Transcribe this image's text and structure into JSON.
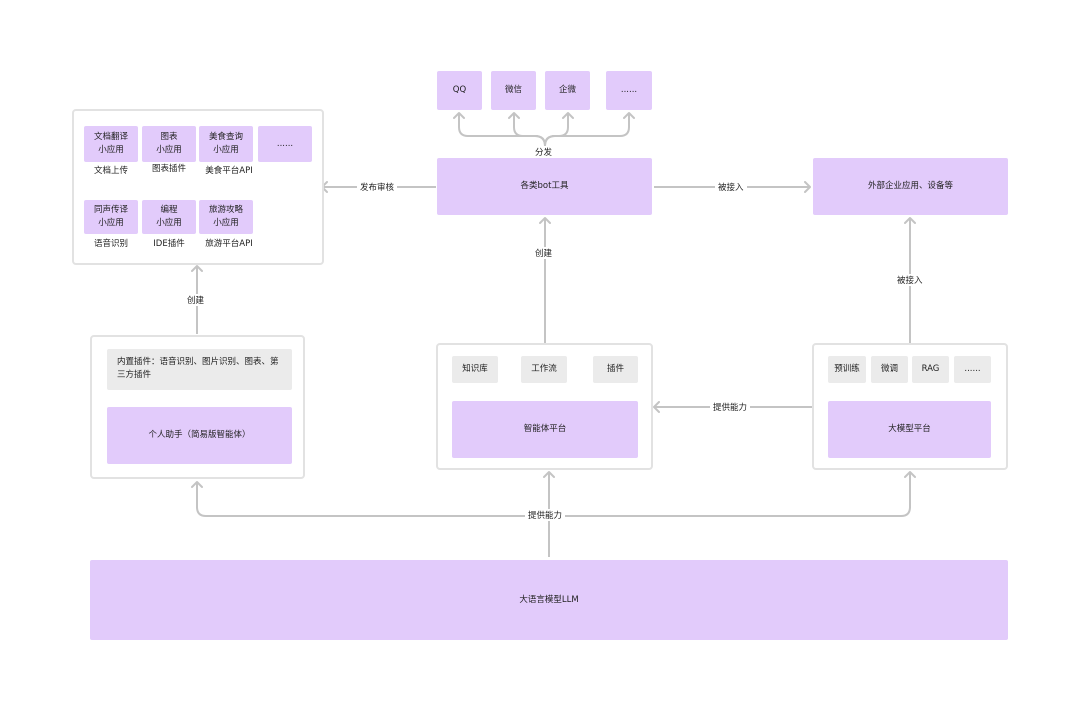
{
  "llm": "大语言模型LLM",
  "bot_tools": "各类bot工具",
  "channels": [
    "QQ",
    "微信",
    "企微",
    "......"
  ],
  "external": "外部企业应用、设备等",
  "labels": {
    "distribute": "分发",
    "publish_review": "发布审核",
    "access_1": "被接入",
    "access_2": "被接入",
    "create_top": "创建",
    "create_left": "创建",
    "provide_mid": "提供能力",
    "provide_bottom": "提供能力"
  },
  "apps": [
    {
      "name": "文档翻译\n小应用",
      "caption": "文档上传"
    },
    {
      "name": "图表\n小应用",
      "caption": "图表插件"
    },
    {
      "name": "美食查询\n小应用",
      "caption": "美食平台API"
    },
    {
      "name": "......",
      "caption": ""
    },
    {
      "name": "同声传译\n小应用",
      "caption": "语音识别"
    },
    {
      "name": "编程\n小应用",
      "caption": "IDE插件"
    },
    {
      "name": "旅游攻略\n小应用",
      "caption": "旅游平台API"
    }
  ],
  "assistant": {
    "plugins": "内置插件：语音识别、图片识别、图表、第三方插件",
    "name": "个人助手（简易版智能体）"
  },
  "agent_platform": {
    "tools": [
      "知识库",
      "工作流",
      "插件"
    ],
    "name": "智能体平台"
  },
  "model_platform": {
    "tools": [
      "预训练",
      "微调",
      "RAG",
      "......"
    ],
    "name": "大模型平台"
  },
  "colors": {
    "box": "#e2cbfb",
    "tool": "#ebebeb",
    "line": "#c4c4c4",
    "border": "#e2e2e2"
  }
}
